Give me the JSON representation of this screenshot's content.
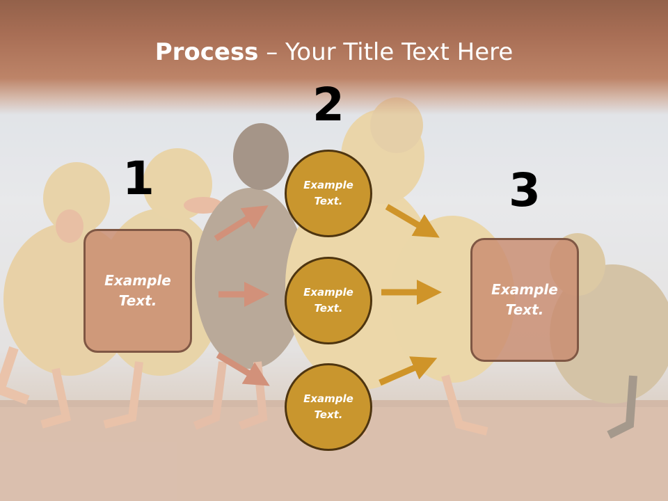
{
  "slide": {
    "title_bold": "Process",
    "title_rest": " – Your Title Text Here"
  },
  "steps": [
    {
      "number": "1",
      "label": "Example Text."
    },
    {
      "number": "2",
      "label": "Example Text."
    },
    {
      "number": "3",
      "label": "Example Text."
    }
  ],
  "middle_nodes": [
    {
      "label": "Example Text."
    },
    {
      "label": "Example Text."
    },
    {
      "label": "Example Text."
    }
  ],
  "colors": {
    "title_band": "#a86e55",
    "box_fill": "#c98c70",
    "box_border": "#7f5744",
    "circle_fill": "#c9962e",
    "circle_border": "#4e3510",
    "left_arrows": "#d2917a",
    "right_arrows": "#cf9429"
  }
}
